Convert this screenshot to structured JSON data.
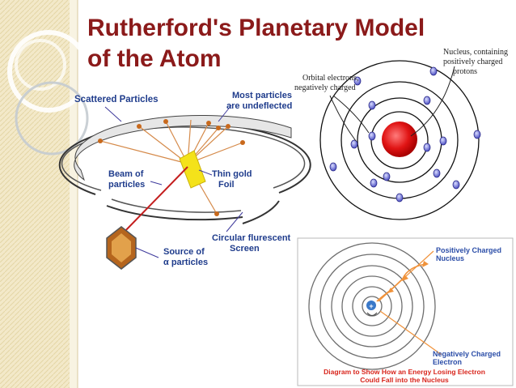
{
  "slide": {
    "title_line1": "Rutherford's Planetary Model",
    "title_line2": "of the Atom"
  },
  "experiment_diagram": {
    "scattered_particles": "Scattered Particles",
    "most_particles_line1": "Most particles",
    "most_particles_line2": "are undeflected",
    "beam_line1": "Beam of",
    "beam_line2": "particles",
    "foil_line1": "Thin gold",
    "foil_line2": "Foil",
    "source_line1": "Source of",
    "source_line2": "α particles",
    "screen_line1": "Circular flurescent",
    "screen_line2": "Screen"
  },
  "atom_diagram": {
    "nucleus_line1": "Nucleus, containing",
    "nucleus_line2": "positively charged",
    "nucleus_line3": "protons",
    "electrons_line1": "Orbital electrons,",
    "electrons_line2": "negatively charged"
  },
  "energy_diagram": {
    "positive_line1": "Positively Charged",
    "positive_line2": "Nucleus",
    "negative_line1": "Negatively Charged",
    "negative_line2": "Electron",
    "nucleus_sign": "+",
    "caption_line1": "Diagram to Show How an Energy Losing Electron",
    "caption_line2": "Could Fall into the Nucleus"
  }
}
